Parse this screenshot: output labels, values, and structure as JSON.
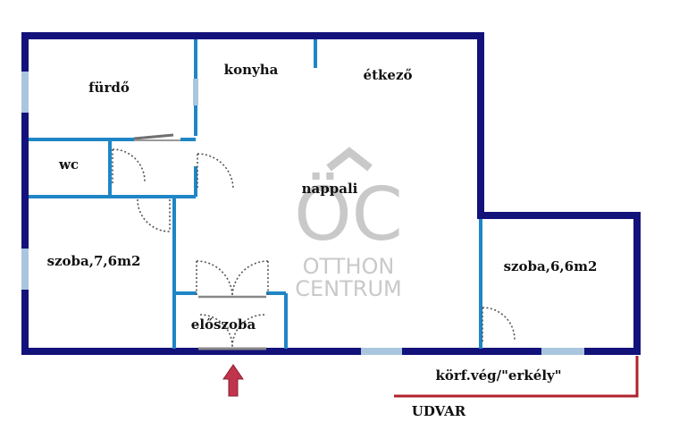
{
  "colors": {
    "outer_wall": "#13127a",
    "inner_wall": "#1f86c6",
    "window": "#a9c6de",
    "door_swing": "#555555",
    "boundary_line": "#b0222a",
    "entrance_arrow": "#c0344c",
    "watermark": "#c9c9c9"
  },
  "rooms": {
    "furdo": "fürdő",
    "konyha": "konyha",
    "etkezo": "étkező",
    "wc": "wc",
    "nappali": "nappali",
    "szoba_left": "szoba,7,6m2",
    "szoba_right": "szoba,6,6m2",
    "eloszoba": "előszoba",
    "erkely": "körf.vég/\"erkély\"",
    "udvar": "UDVAR"
  },
  "watermark": {
    "logo": "ÖC",
    "line1": "OTTHON",
    "line2": "CENTRUM"
  },
  "icons": {
    "entrance": "entrance-arrow-icon"
  }
}
